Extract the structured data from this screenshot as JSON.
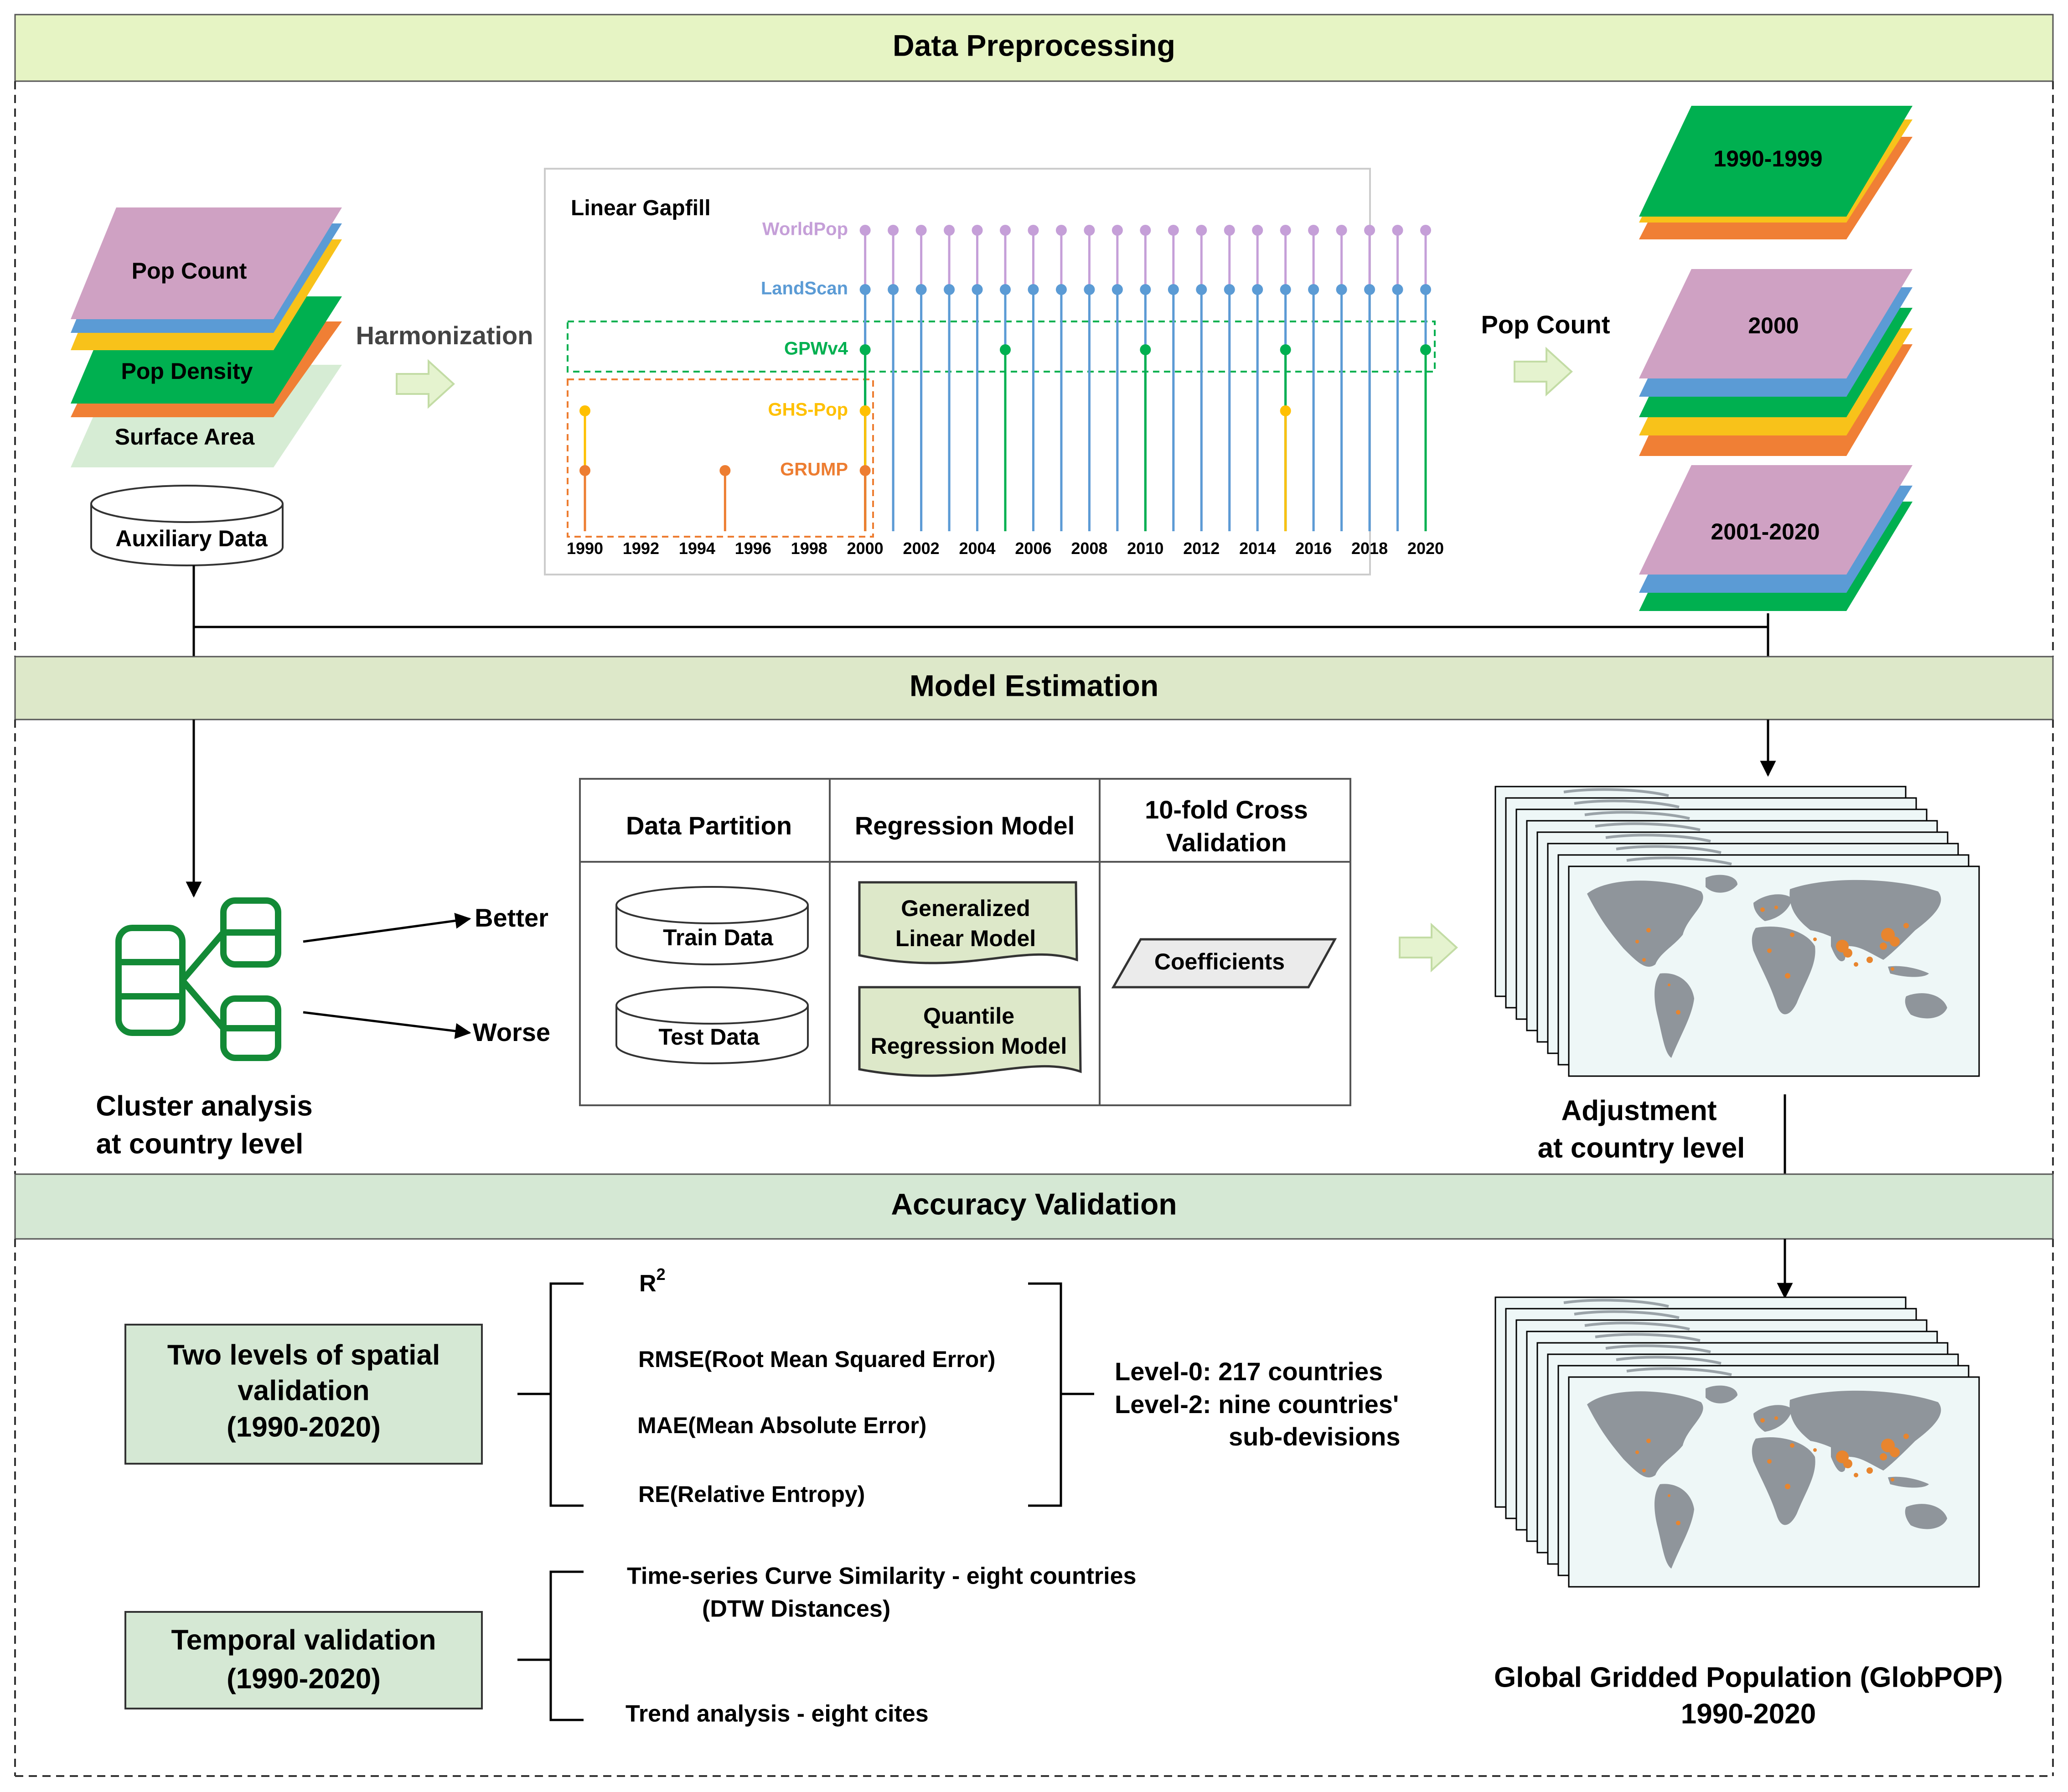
{
  "sections": {
    "preprocessing": "Data Preprocessing",
    "estimation": "Model Estimation",
    "validation": "Accuracy Validation"
  },
  "inputs": {
    "pop_count": "Pop Count",
    "pop_density": "Pop Density",
    "surface_area": "Surface Area",
    "auxiliary": "Auxiliary Data",
    "harmonization": "Harmonization"
  },
  "gapfill": {
    "title": "Linear Gapfill",
    "years": [
      "1990",
      "1992",
      "1994",
      "1996",
      "1998",
      "2000",
      "2002",
      "2004",
      "2006",
      "2008",
      "2010",
      "2012",
      "2014",
      "2016",
      "2018",
      "2020"
    ],
    "datasets": [
      {
        "name": "WorldPop",
        "color": "#c59fd8",
        "years": "2000-2020 annual"
      },
      {
        "name": "LandScan",
        "color": "#5b9bd5",
        "years": "2000-2020 annual"
      },
      {
        "name": "GPWv4",
        "color": "#00b050",
        "years": "2000, 2005, 2010, 2015, 2020"
      },
      {
        "name": "GHS-Pop",
        "color": "#ffc000",
        "years": "1990, 2000, 2015"
      },
      {
        "name": "GRUMP",
        "color": "#ed7d31",
        "years": "1990, 1995, 2000"
      }
    ]
  },
  "outputs": {
    "label": "Pop Count",
    "stack1": "1990-1999",
    "stack2": "2000",
    "stack3": "2001-2020"
  },
  "estimation": {
    "cluster_line1": "Cluster analysis",
    "cluster_line2": "at country level",
    "better": "Better",
    "worse": "Worse",
    "col1": "Data Partition",
    "col2": "Regression Model",
    "col3_line1": "10-fold Cross",
    "col3_line2": "Validation",
    "train": "Train Data",
    "test": "Test Data",
    "glm_line1": "Generalized",
    "glm_line2": "Linear Model",
    "qrm_line1": "Quantile",
    "qrm_line2": "Regression Model",
    "coefficients": "Coefficients",
    "adjust_line1": "Adjustment",
    "adjust_line2": "at country level"
  },
  "validation": {
    "spatial_line1": "Two levels of spatial",
    "spatial_line2": "validation",
    "spatial_line3": "(1990-2020)",
    "temporal_line1": "Temporal validation",
    "temporal_line2": "(1990-2020)",
    "r2": "R",
    "r2_sup": "2",
    "rmse": "RMSE(Root Mean Squared Error)",
    "mae": "MAE(Mean Absolute Error)",
    "re": "RE(Relative Entropy)",
    "level0": "Level-0: 217 countries",
    "level2_line1": "Level-2: nine countries'",
    "level2_line2": "sub-devisions",
    "ts_line1": "Time-series Curve Similarity - eight countries",
    "ts_line2": "(DTW Distances)",
    "trend": "Trend analysis - eight cites",
    "product_line1": "Global Gridded Population (GlobPOP)",
    "product_line2": "1990-2020"
  }
}
